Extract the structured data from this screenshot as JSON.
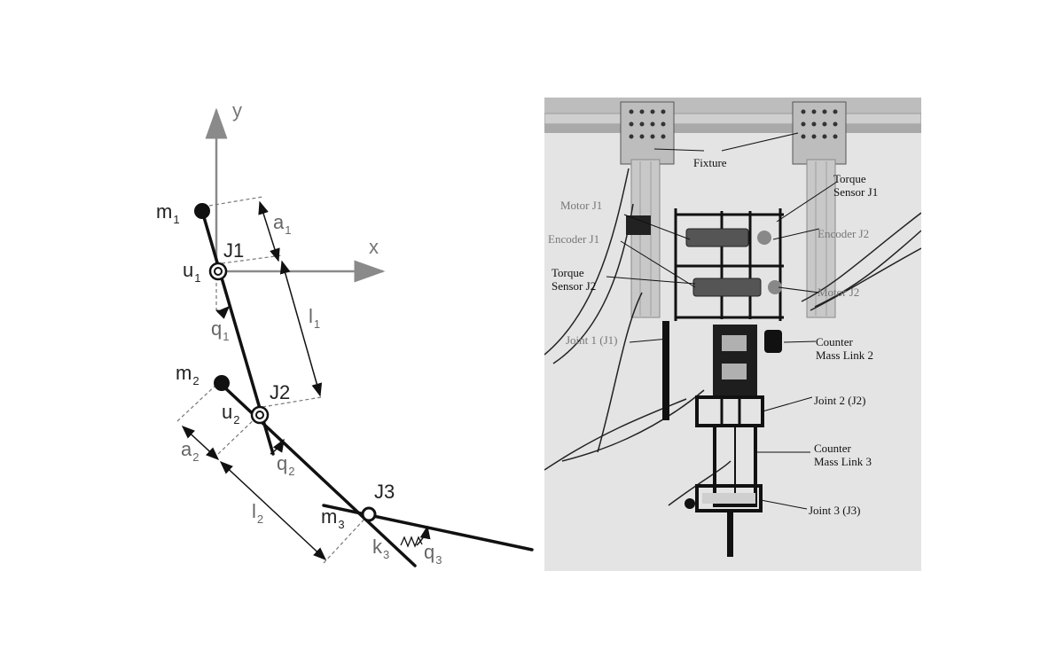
{
  "schematic": {
    "axes": {
      "x": "x",
      "y": "y"
    },
    "joints": [
      {
        "id": "J1",
        "label": "J1"
      },
      {
        "id": "J2",
        "label": "J2"
      },
      {
        "id": "J3",
        "label": "J3"
      }
    ],
    "masses": [
      {
        "base": "m",
        "sub": "1"
      },
      {
        "base": "m",
        "sub": "2"
      },
      {
        "base": "m",
        "sub": "3"
      }
    ],
    "inputs": [
      {
        "base": "u",
        "sub": "1"
      },
      {
        "base": "u",
        "sub": "2"
      }
    ],
    "angles": [
      {
        "base": "q",
        "sub": "1"
      },
      {
        "base": "q",
        "sub": "2"
      },
      {
        "base": "q",
        "sub": "3"
      }
    ],
    "offsets": [
      {
        "base": "a",
        "sub": "1"
      },
      {
        "base": "a",
        "sub": "2"
      }
    ],
    "lengths": [
      {
        "base": "l",
        "sub": "1"
      },
      {
        "base": "l",
        "sub": "2"
      }
    ],
    "spring": {
      "base": "k",
      "sub": "3"
    }
  },
  "photo": {
    "labels": {
      "fixture": "Fixture",
      "torque_j1_l1": "Torque",
      "torque_j1_l2": "Sensor J1",
      "motor_j1": "Motor J1",
      "encoder_j1": "Encoder J1",
      "encoder_j2": "Encoder J2",
      "torque_j2_l1": "Torque",
      "torque_j2_l2": "Sensor J2",
      "motor_j2": "Motor J2",
      "joint1": "Joint 1 (J1)",
      "counter2_l1": "Counter",
      "counter2_l2": "Mass Link 2",
      "joint2": "Joint 2 (J2)",
      "counter3_l1": "Counter",
      "counter3_l2": "Mass Link 3",
      "joint3": "Joint 3 (J3)"
    }
  }
}
